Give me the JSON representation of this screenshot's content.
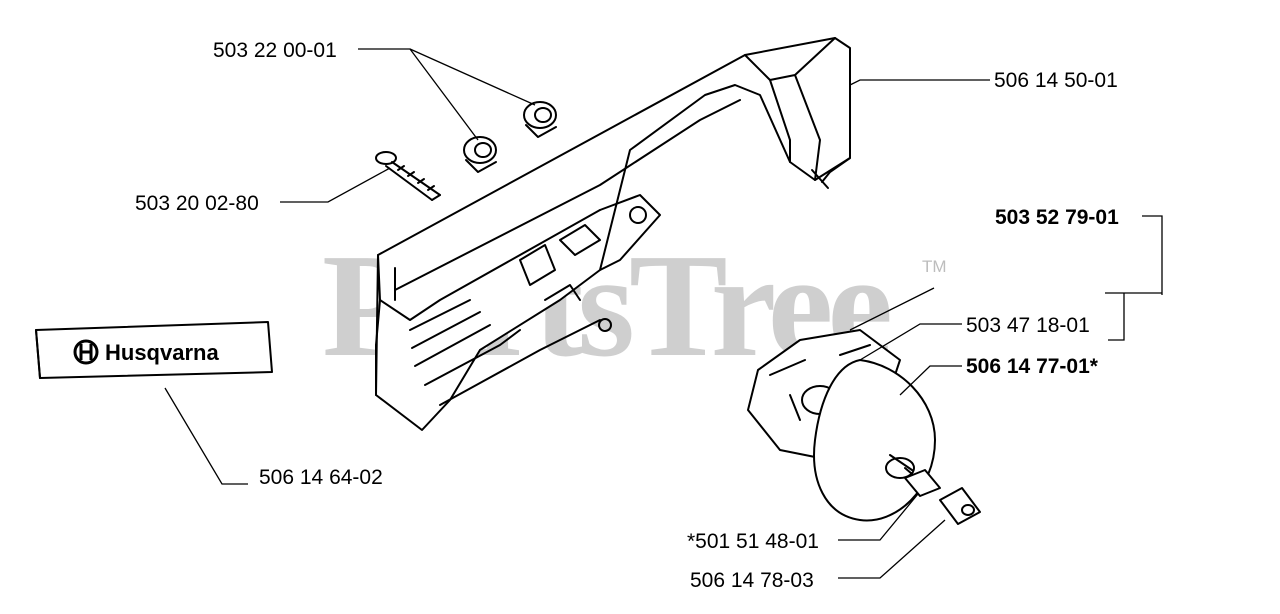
{
  "watermark": {
    "text": "PartsTree",
    "trademark": "TM"
  },
  "decal": {
    "brand": "Husqvarna"
  },
  "parts": [
    {
      "number": "503 22 00-01",
      "bold": false
    },
    {
      "number": "506 14 50-01",
      "bold": false
    },
    {
      "number": "503 20 02-80",
      "bold": false
    },
    {
      "number": "503 52 79-01",
      "bold": true
    },
    {
      "number": "503 47 18-01",
      "bold": false
    },
    {
      "number": "506 14 77-01*",
      "bold": true
    },
    {
      "number": "506 14 64-02",
      "bold": false
    },
    {
      "number": "*501 51 48-01",
      "bold": false
    },
    {
      "number": "506 14 78-03",
      "bold": false
    }
  ]
}
